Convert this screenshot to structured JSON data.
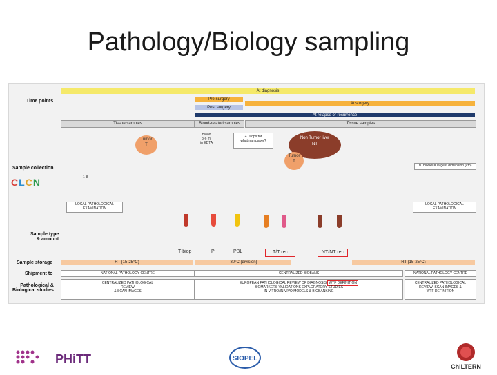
{
  "title": "Pathology/Biology sampling",
  "rows": {
    "time_points": "Time points",
    "sample_collection": "Sample collection",
    "clcn": [
      "C",
      "L",
      "C",
      "N"
    ],
    "sample_type": "Sample type\n& amount",
    "sample_storage": "Sample storage",
    "shipment": "Shipment to",
    "studies": "Pathological &\nBiological studies"
  },
  "timeline": {
    "at_diagnosis": "At diagnosis",
    "pre_surgery": "Pre-surgery",
    "post_surgery": "Post surgery",
    "at_surgery": "At surgery",
    "relapse": "At relapse or recurrence"
  },
  "headers": {
    "tissue_left": "Tissue samples",
    "blood": "Blood-related samples",
    "tissue_right": "Tissue samples"
  },
  "collection": {
    "tumor": "Tumor\nT",
    "count_small": "1-8",
    "blood_ml": "Blood\n3-6 ml\nin EDTA",
    "drops": "+ Drops for\nwhatman paper?",
    "non_tumor_liver": "Non Tumor liver\nNT",
    "tumor2": "Tumor\nT",
    "n_blocks": "N. blocks = largest dimension (cm)",
    "local_path": "LOCAL PATHOLOGICAL\nEXAMINATION",
    "local_path2": "LOCAL PATHOLOGICAL\nEXAMINATION"
  },
  "types": {
    "tbiop": "T-biop",
    "p": "P",
    "pbl": "PBL",
    "tt_rec": "T/T rec",
    "nt_rec": "NT/NT rec",
    "rt_left": "RT (15-25°C)",
    "minus80": "-80°C (division)",
    "rt_right": "RT (15-25°C)"
  },
  "shipment": {
    "left": "NATIONAL PATHOLOGY CENTRE",
    "middle": "CENTRALIZED BIOBANK",
    "right": "NATIONAL PATHOLOGY CENTRE"
  },
  "studies": {
    "left": "CENTRALIZED PATHOLOGICAL\nREVIEW\n& SCAN IMAGES",
    "middle_a": "EUROPEAN PATHOLOGICAL REVIEW OF DIAGNOSIS",
    "middle_hl": "WTF DEFINITION",
    "middle_b": "BIOMARKERS VALIDATIONS EXPLORATORY STUDIES\nIN VITRO/IN VIVO MODELS & BIOBANKING",
    "right": "CENTRALIZED PATHOLOGICAL\nREVIEW, SCAN IMAGES &\nWTF DEFINITION"
  },
  "footer": {
    "phitt": "PHiTT",
    "siopel": "SIOPEL",
    "chiltern": "ChiLTERN"
  },
  "colors": {
    "diagnosis": "#f5e96a",
    "pre_surgery": "#f6b23c",
    "post_surgery": "#b7c4e6",
    "at_surgery": "#f6b23c",
    "relapse": "#1f3a6b",
    "tumor_orange": "#f0a06a",
    "liver_brown": "#8b3d2a",
    "highlight_red": "#e0262b"
  }
}
